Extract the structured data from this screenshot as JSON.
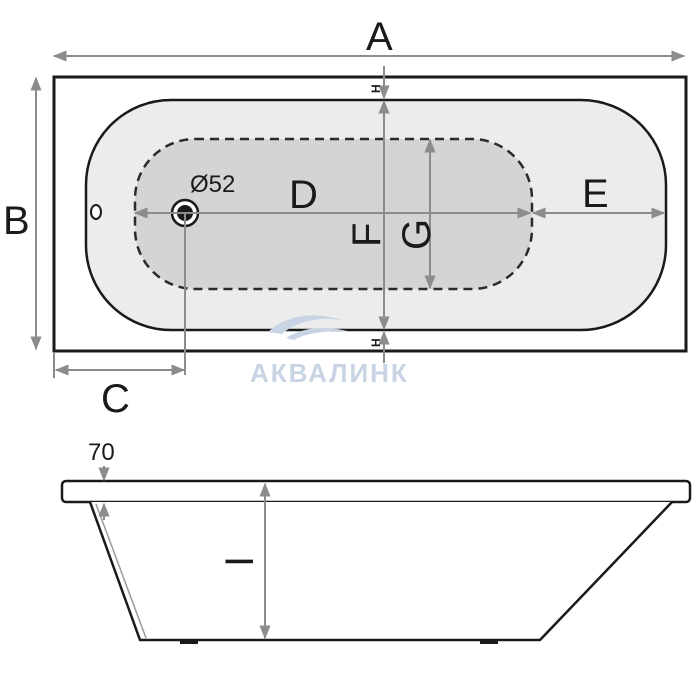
{
  "labels": {
    "A": "A",
    "B": "B",
    "C": "C",
    "D": "D",
    "E": "E",
    "F": "F",
    "G": "G",
    "H_top": "H",
    "H_bottom": "H",
    "I": "I",
    "drain_diameter": "Ø52",
    "rim_thickness": "70"
  },
  "watermark": {
    "text": "АКВАЛИНК"
  },
  "colors": {
    "outline": "#1a1a1a",
    "dimension_line": "#8c8c8c",
    "basin_fill": "#ececec",
    "inner_area_fill": "#d4d4d4",
    "watermark": "#c8d4e4"
  }
}
